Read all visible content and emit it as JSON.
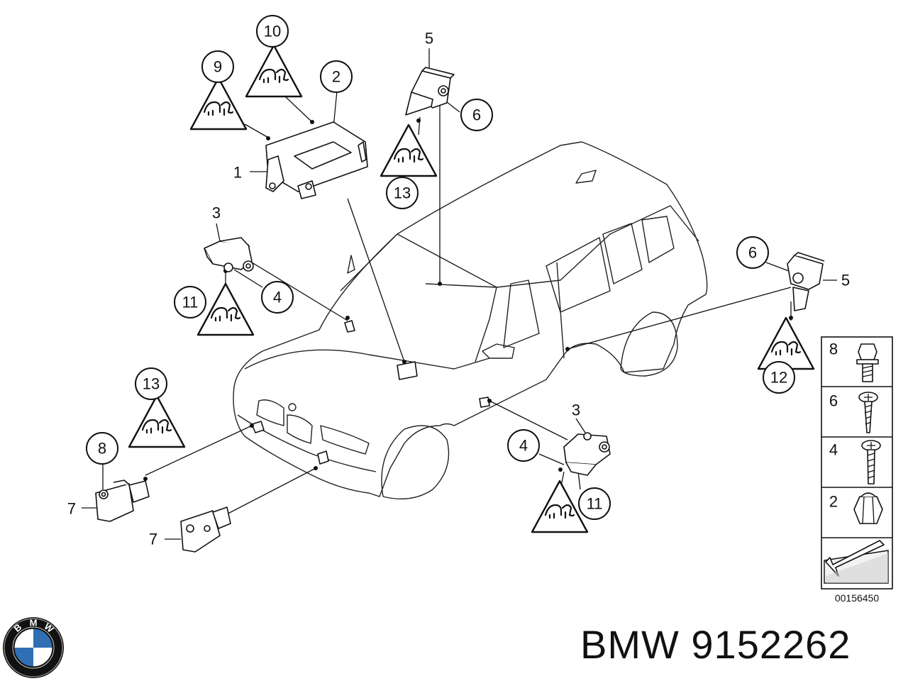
{
  "callouts": {
    "c10": "10",
    "c9": "9",
    "c2": "2",
    "c5_top": "5",
    "c6_top": "6",
    "c13_top": "13",
    "c1": "1",
    "c3_left": "3",
    "c11_left": "11",
    "c4_left": "4",
    "c6_right": "6",
    "c5_right": "5",
    "c12": "12",
    "c13_bottom": "13",
    "c8": "8",
    "c7_a": "7",
    "c7_b": "7",
    "c3_bottom": "3",
    "c4_bottom": "4",
    "c11_bottom": "11"
  },
  "legend": {
    "items": [
      {
        "number": "8",
        "icon": "bolt-icon"
      },
      {
        "number": "6",
        "icon": "screw-icon"
      },
      {
        "number": "4",
        "icon": "screw-icon"
      },
      {
        "number": "2",
        "icon": "nut-icon"
      }
    ],
    "diagram_id": "00156450"
  },
  "brand": {
    "logo_letters": [
      "B",
      "M",
      "W"
    ],
    "text": "BMW 9152262",
    "colors": {
      "logo_blue": "#2f6fb4",
      "logo_ring": "#111111",
      "line": "#111111"
    }
  },
  "icons": [
    "warning-triangle-icon",
    "arrow-icon",
    "bmw-logo-icon"
  ]
}
